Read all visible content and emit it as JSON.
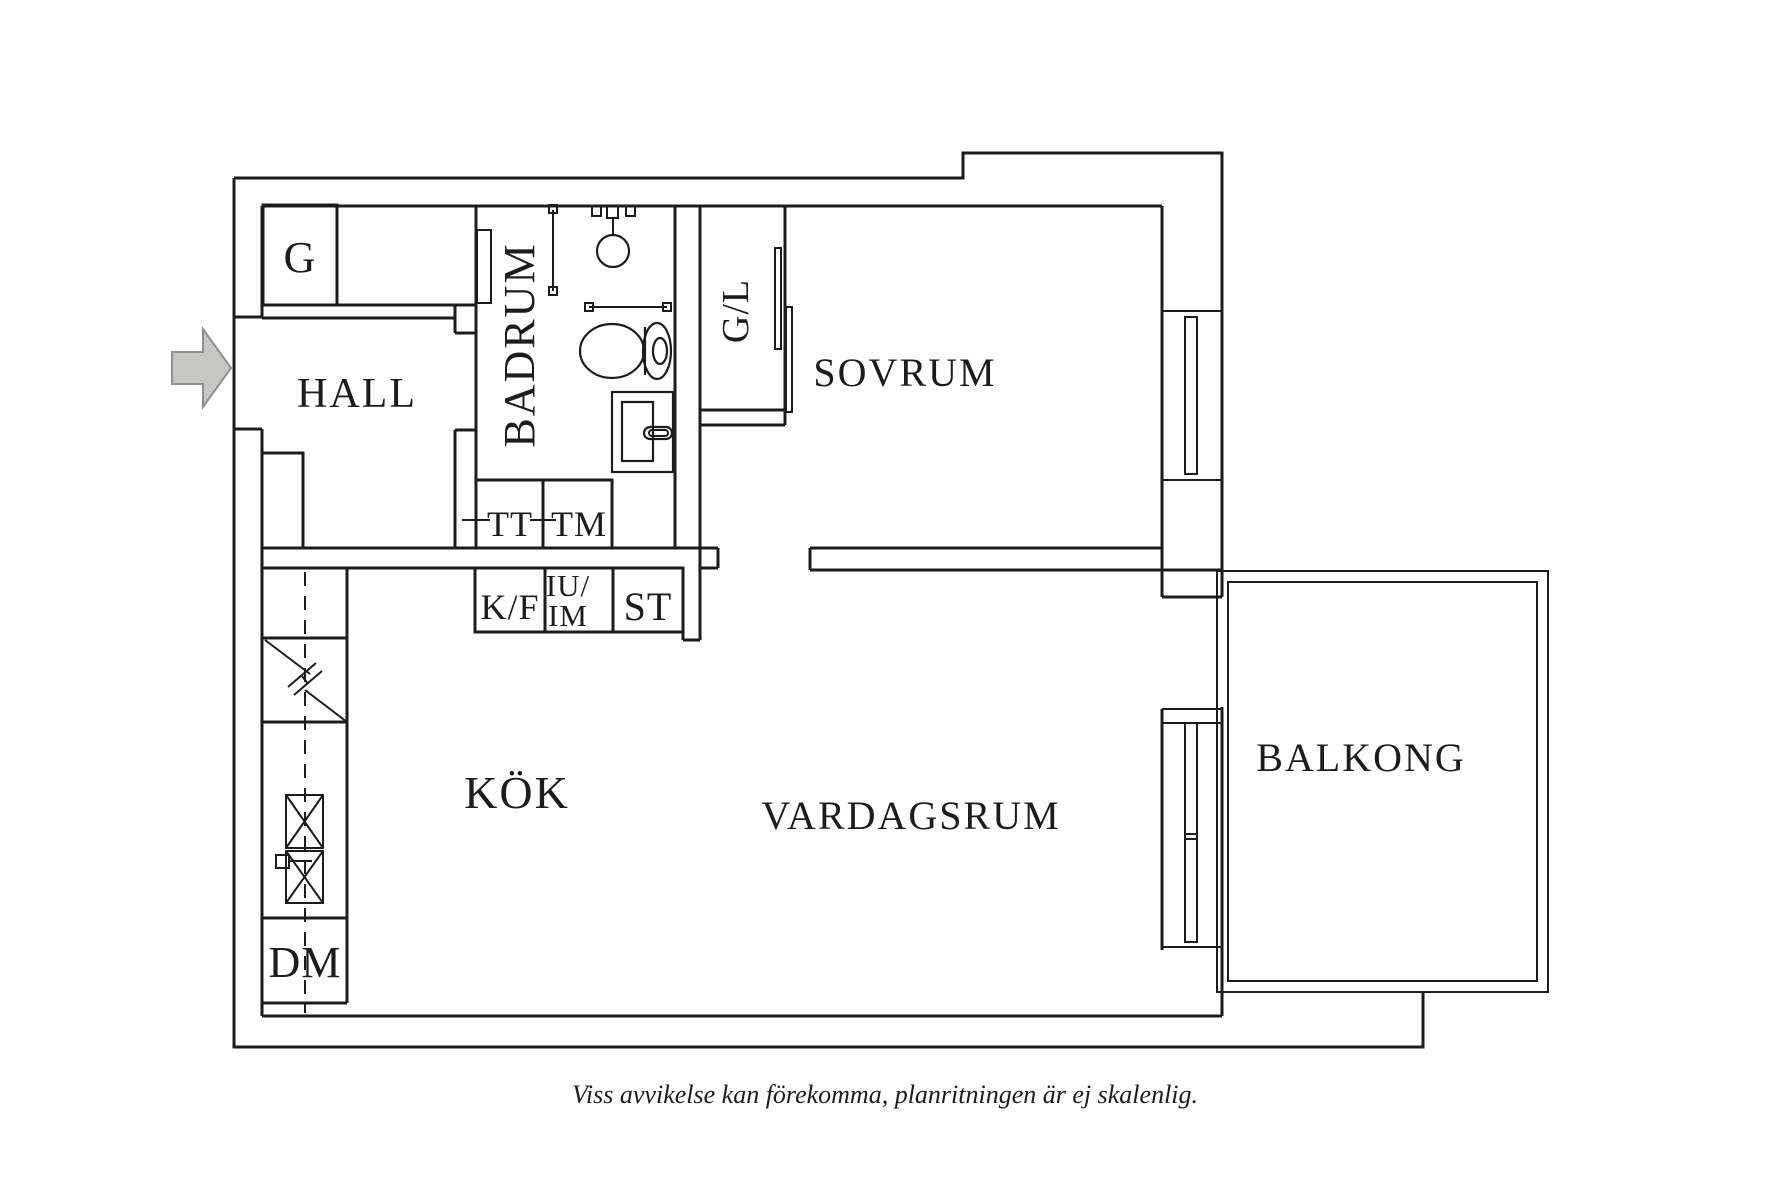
{
  "rooms": {
    "hall": "HALL",
    "badrum": "BADRUM",
    "sovrum": "SOVRUM",
    "kok": "KÖK",
    "vardagsrum": "VARDAGSRUM",
    "balkong": "BALKONG",
    "closet_g": "G",
    "closet_gl": "G/L"
  },
  "appliances": {
    "tt": "TT",
    "tm": "TM",
    "kf": "K/F",
    "iu": "IU/",
    "im": "IM",
    "st": "ST",
    "dm": "DM"
  },
  "caption": "Viss avvikelse kan förekomma, planritningen är ej skalenlig.",
  "colors": {
    "line": "#1c1c1c",
    "background": "#ffffff",
    "arrow_fill": "#c6c6c4",
    "arrow_stroke": "#8f8f8d"
  }
}
